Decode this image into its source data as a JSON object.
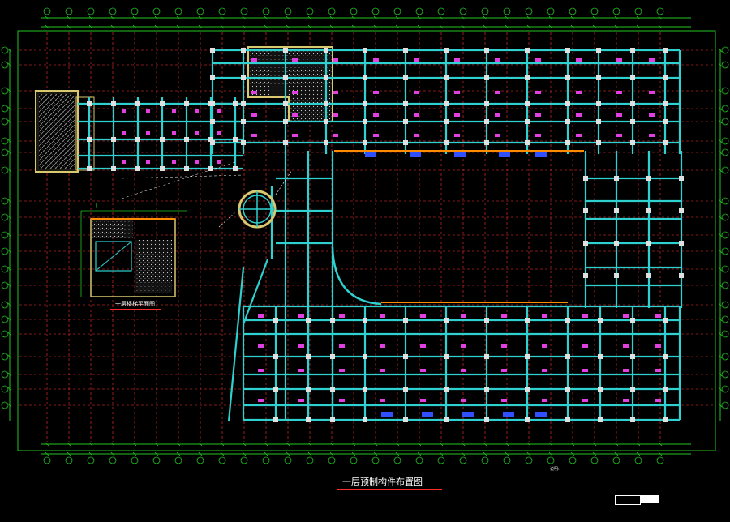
{
  "drawing": {
    "main_title": "一层预制构件布置图",
    "detail_title": "一层楼梯平面图",
    "notes_label": "说明:",
    "colors": {
      "background": "#000000",
      "dimension": "#22c322",
      "beam": "#2fd0d0",
      "axis": "#ff3030",
      "column": "#e0e0e0",
      "hatch": "#d8c870",
      "magenta": "#e040e0",
      "highlight": "#ffd000",
      "blue": "#3050ff"
    }
  }
}
